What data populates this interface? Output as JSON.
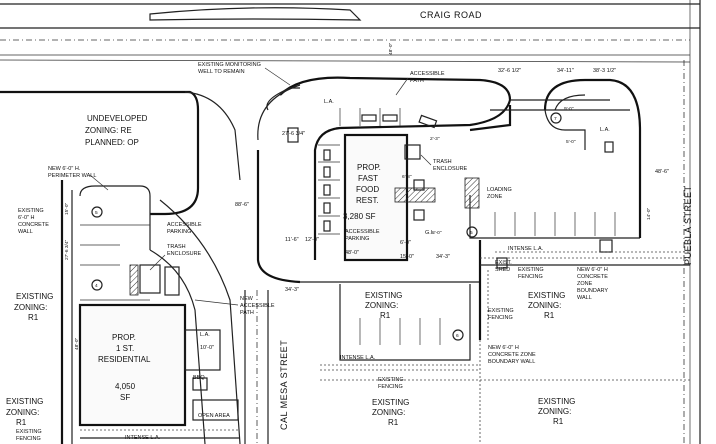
{
  "streets": {
    "craig_road": "CRAIG ROAD",
    "puebla_street": "PUEBLA STREET",
    "calmesa_street": "CAL MESA STREET"
  },
  "parcels": {
    "undeveloped": [
      "UNDEVELOPED",
      "ZONING: RE",
      "PLANNED: OP"
    ],
    "existing_zoning_left": [
      "EXISTING",
      "ZONING:",
      "R1"
    ],
    "existing_zoning_bottom_left": [
      "EXISTING",
      "ZONING:",
      "R1"
    ],
    "existing_zoning_center": [
      "EXISTING",
      "ZONING:",
      "R1"
    ],
    "existing_zoning_right_mid": [
      "EXISTING",
      "ZONING:",
      "R1"
    ],
    "existing_zoning_bottom_center": [
      "EXISTING",
      "ZONING:",
      "R1"
    ],
    "existing_zoning_bottom_right": [
      "EXISTING",
      "ZONING:",
      "R1"
    ]
  },
  "buildings": {
    "restaurant": [
      "PROP.",
      "FAST",
      "FOOD",
      "REST."
    ],
    "restaurant_area": "3,280 SF",
    "residential": [
      "PROP.",
      "1 ST.",
      "RESIDENTIAL"
    ],
    "residential_area": [
      "4,050",
      "SF"
    ]
  },
  "notes": {
    "monitoring_well": [
      "EXISTING MONITORING",
      "WELL TO REMAIN"
    ],
    "accessible_path_top": [
      "ACCESSIBLE",
      "PATH"
    ],
    "trash_enclosure_top": [
      "TRASH",
      "ENCLOSURE"
    ],
    "loading_zone": [
      "LOADING",
      "ZONE"
    ],
    "accessible_parking_center": [
      "ACCESSIBLE",
      "PARKING"
    ],
    "gi": "G.I.",
    "perimeter_wall": [
      "NEW 6'-0\" H.",
      "PERIMETER WALL"
    ],
    "accessible_parking_left": [
      "ACCESSIBLE",
      "PARKING"
    ],
    "trash_enclosure_left": [
      "TRASH",
      "ENCLOSURE"
    ],
    "existing_concrete_wall": [
      "EXISTING",
      "6'-0\" H",
      "CONCRETE",
      "WALL"
    ],
    "new_accessible_path": [
      "NEW",
      "ACCESSIBLE",
      "PATH"
    ],
    "existing_fencing_right": [
      "EXISTING",
      "FENCING"
    ],
    "existing_fencing_bottom": [
      "EXISTING",
      "FENCING"
    ],
    "exist_shed": [
      "EXIST.",
      "SHED"
    ],
    "existing_fencing_shed": [
      "EXISTING",
      "FENCING"
    ],
    "new_boundary_wall_right": [
      "NEW 6'-0\" H",
      "CONCRETE",
      "ZONE",
      "BOUNDARY",
      "WALL"
    ],
    "new_boundary_wall_center": [
      "NEW 6'-0\" H",
      "CONCRETE ZONE",
      "BOUNDARY WALL"
    ],
    "bbq": "BBQ",
    "open_area": "OPEN AREA",
    "existing_fencing_left": [
      "EXISTING",
      "FENCING"
    ]
  },
  "landscape": {
    "la": "L.A.",
    "intense_la": "INTENSE L.A."
  },
  "dimensions": {
    "d_32_6": "32'-6 1/2\"",
    "d_34_11": "34'-11\"",
    "d_38_3": "38'-3 1/2\"",
    "d_48_6_right": "48'-6\"",
    "d_27_6": "27'-6 3/4\"",
    "d_88_6": "88'-6\"",
    "d_11_6": "11'-6\"",
    "d_12_0": "12'-0\"",
    "d_48_0_a": "48'-0\"",
    "d_48_0_b": "48'-0\"",
    "d_6_0": "6'-0\"",
    "d_15_0": "15'-0\"",
    "d_34_3": "34'-3\"",
    "d_10_0": "10'-0\"",
    "d_14_0": "14'-0\"",
    "d_9_0": "9'-0\"",
    "d_5_0": "5'-0\"",
    "d_8_0": "8'-0\"",
    "d_6_8": "6'-8\"",
    "d_2_3": "2'-3\""
  },
  "stall_numbers": {
    "n1": "5",
    "n2": "4",
    "n3": "6",
    "n4": "5",
    "n5": "7"
  }
}
